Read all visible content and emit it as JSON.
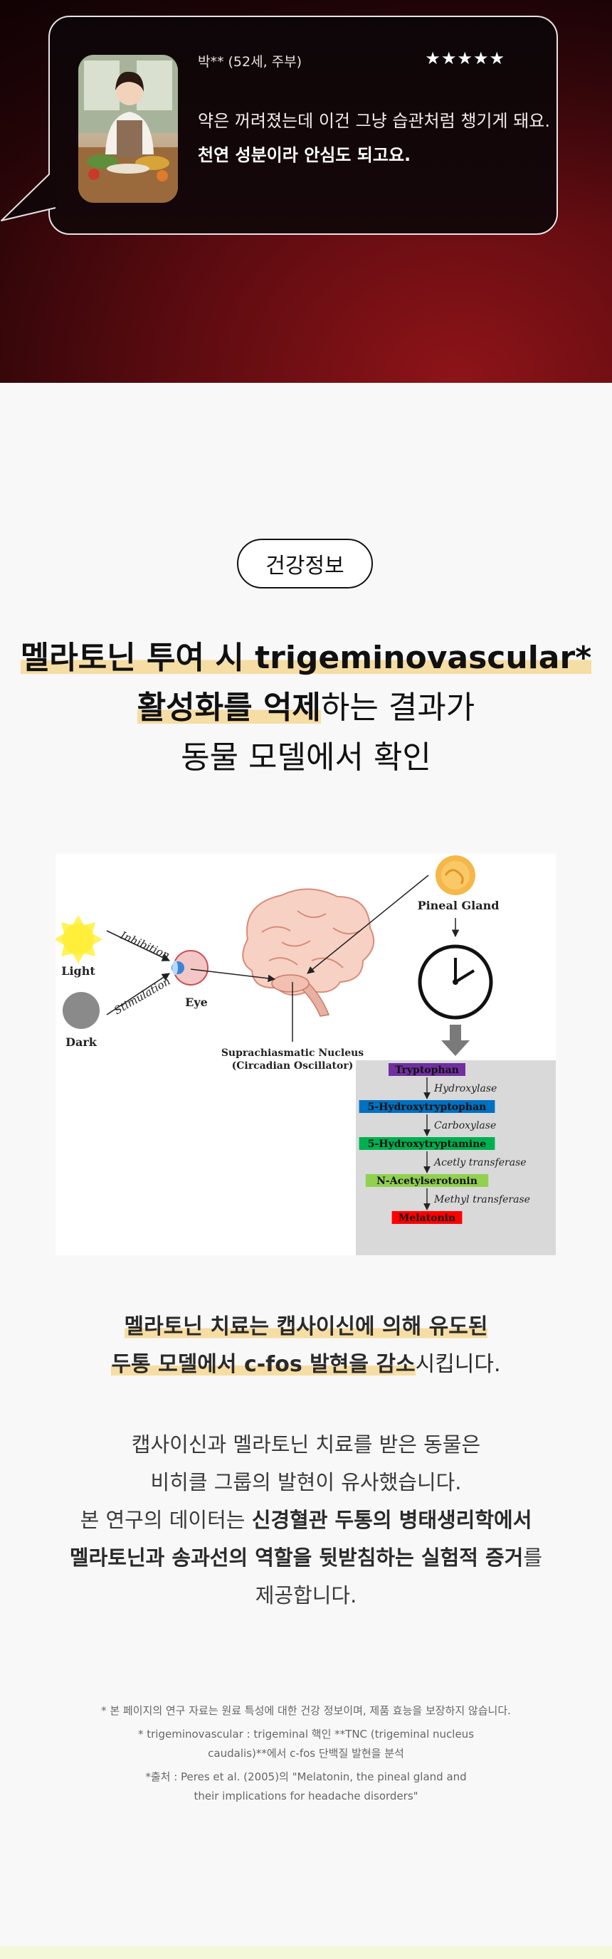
{
  "review": {
    "reviewer": "박** (52세, 주부)",
    "stars": "★★★★★",
    "line1": "약은 꺼려졌는데 이건 그냥 습관처럼 챙기게 돼요.",
    "line2": "천연 성분이라 안심도 되고요."
  },
  "badge": "건강정보",
  "headline": {
    "l1_hl": "멜라토닌 투여 시 trigeminovascular*",
    "l2_hl": "활성화를 억제",
    "l2_rest": "하는 결과가",
    "l3": "동물 모델에서 확인"
  },
  "figure": {
    "light": "Light",
    "dark": "Dark",
    "inhibition": "Inhibition",
    "stimulation": "Stimulation",
    "eye": "Eye",
    "pineal": "Pineal Gland",
    "scn_line1": "Suprachiasmatic Nucleus",
    "scn_line2": "(Circadian Oscillator)",
    "pathway": [
      {
        "name": "Tryptophan",
        "color": "#7030a0"
      },
      {
        "name": "5-Hydroxytryptophan",
        "color": "#0070c0"
      },
      {
        "name": "5-Hydroxytryptamine",
        "color": "#00b050"
      },
      {
        "name": "N-Acetylserotonin",
        "color": "#92d050"
      },
      {
        "name": "Melatonin",
        "color": "#ff0000"
      }
    ],
    "enzymes": [
      "Hydroxylase",
      "Carboxylase",
      "Acetly transferase",
      "Methyl transferase"
    ]
  },
  "sub_claim": {
    "l1_hl": "멜라토닌 치료는 캡사이신에 의해 유도된",
    "l2_hl": "두통 모델에서 c-fos 발현을 감소",
    "l2_rest": "시킵니다."
  },
  "body": {
    "l1": "캡사이신과 멜라토닌 치료를 받은 동물은",
    "l2": "비히클 그룹의 발현이 유사했습니다.",
    "l3_a": "본 연구의 데이터는 ",
    "l3_b": "신경혈관 두통의 병태생리학에서",
    "l4": "멜라토닌과 송과선의 역할을 뒷받침하는 실험적 증거",
    "l4_rest": "를",
    "l5": "제공합니다."
  },
  "notes": {
    "n1": "* 본 페이지의 연구 자료는 원료 특성에 대한 건강 정보이며, 제품 효능을 보장하지 않습니다.",
    "n2a": "* trigeminovascular : trigeminal 핵인 **TNC (trigeminal nucleus",
    "n2b": "caudalis)**에서 c-fos 단백질 발현을 분석",
    "n3a": "*출처 : Peres et al. (2005)의 \"Melatonin, the pineal gland and",
    "n3b": "their implications for headache disorders\""
  },
  "colors": {
    "highlight": "#f6dda3",
    "review_bg": "#5a0b10",
    "bottom_strip": "#f3f8d8"
  }
}
